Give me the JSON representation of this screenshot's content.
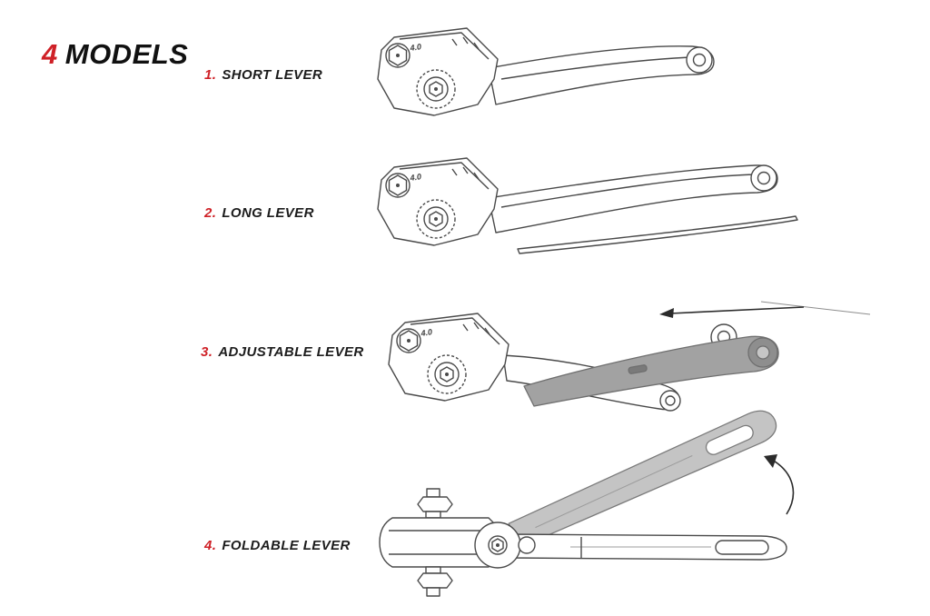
{
  "header": {
    "number": "4",
    "word": "MODELS"
  },
  "models": [
    {
      "number": "1.",
      "label": "SHORT LEVER"
    },
    {
      "number": "2.",
      "label": "LONG LEVER"
    },
    {
      "number": "3.",
      "label": "ADJUSTABLE LEVER"
    },
    {
      "number": "4.",
      "label": "FOLDABLE LEVER"
    }
  ],
  "illustrations": {
    "dial_value": "4.0"
  },
  "colors": {
    "accent_red": "#cf2127",
    "ink": "#111111",
    "line_gray": "#4a4a4a",
    "shaded_blade_gray": "#a0a0a0",
    "folded_blade_gray": "#c4c4c4",
    "background": "#ffffff"
  }
}
